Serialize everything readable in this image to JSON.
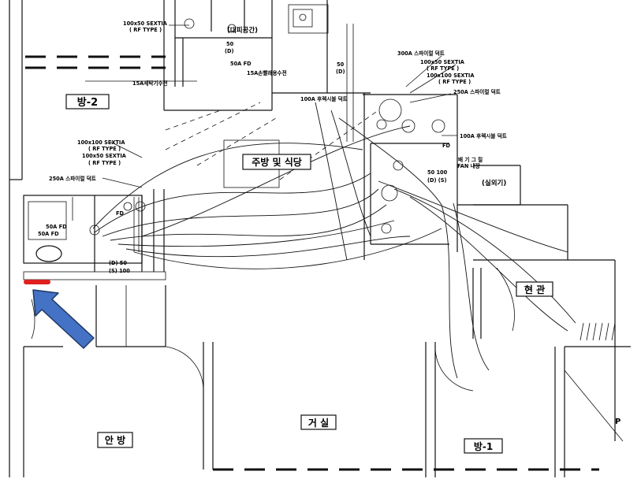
{
  "rooms": {
    "room2": "방-2",
    "kitchen": "주방 및 식당",
    "entrance": "현 관",
    "living": "거 실",
    "master": "안 방",
    "room1": "방-1",
    "evac": "(대피공간)",
    "outdoor_unit": "(실외기)",
    "cut_p": "P"
  },
  "annotations": {
    "sextia_top": "100x50 SEXTIA",
    "rf_top": "( RF TYPE )",
    "d50": "50",
    "d50_sub": "(D)",
    "fd50a": "50A FD",
    "faucet_15a": "15A손빨래용수전",
    "washer_15a": "15A세탁기수전",
    "d50_right": "50",
    "d50_right_sub": "(D)",
    "spiral_300a": "300A 스파이럴 덕트",
    "sextia_r1": "100x50 SEXTIA",
    "rf_r1": "( RF TYPE )",
    "sextia_r2": "100x100 SEXTIA",
    "rf_r2": "( RF TYPE )",
    "spiral_250a_r": "250A 스파이럴 덕트",
    "flex_100a_top": "100A 후렉시블 덕트",
    "flex_100a_r": "100A 후렉시블 덕트",
    "fd_r": "FD",
    "exhaust_grill": "배 기 그 릴",
    "fan_inner": "FAN 내장",
    "ds_right": "50 100",
    "ds_right_sub": "(D)  (S)",
    "sextia_l1": "100x100 SEXTIA",
    "rf_l1": "( RF TYPE )",
    "sextia_l2": "100x50 SEXTIA",
    "rf_l2": "( RF TYPE )",
    "spiral_250a_l": "250A 스파이럴 덕트",
    "fd_l": "FD",
    "fd_50a_1": "50A FD",
    "fd_50a_2": "50A FD",
    "d50_left": "(D) 50",
    "s100_left": "(S)  100"
  },
  "colors": {
    "line": "#111111",
    "arrow_fill": "#4472c4",
    "arrow_stroke": "#1f3864",
    "marker": "#e02020"
  },
  "icons": {
    "arrow": "pointer-arrow",
    "marker": "red-location-marker"
  }
}
